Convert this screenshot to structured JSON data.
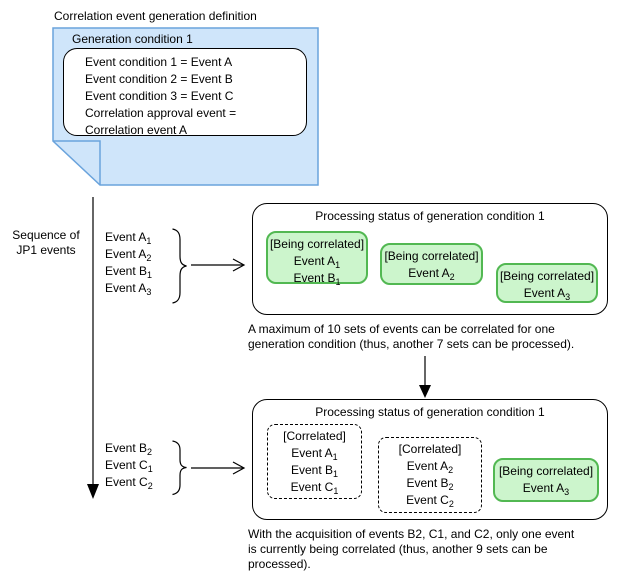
{
  "title": "Correlation event generation definition",
  "bubble": {
    "heading": "Generation condition 1",
    "lines": [
      "Event condition 1 = Event A",
      "Event condition 2 = Event B",
      "Event condition 3 = Event C",
      "Correlation approval event =",
      "Correlation event A"
    ]
  },
  "sequence": {
    "line1": "Sequence of",
    "line2": "JP1 events"
  },
  "groups": [
    {
      "events": [
        {
          "base": "Event A",
          "sub": "1"
        },
        {
          "base": "Event A",
          "sub": "2"
        },
        {
          "base": "Event B",
          "sub": "1"
        },
        {
          "base": "Event A",
          "sub": "3"
        }
      ]
    },
    {
      "events": [
        {
          "base": "Event B",
          "sub": "2"
        },
        {
          "base": "Event C",
          "sub": "1"
        },
        {
          "base": "Event C",
          "sub": "2"
        }
      ]
    }
  ],
  "status_boxes": [
    {
      "title": "Processing status of generation condition 1",
      "cells": [
        {
          "tag": "[Being correlated]",
          "events": [
            {
              "base": "Event A",
              "sub": "1"
            },
            {
              "base": "Event B",
              "sub": "1"
            }
          ]
        },
        {
          "tag": "[Being correlated]",
          "events": [
            {
              "base": "Event A",
              "sub": "2"
            }
          ]
        },
        {
          "tag": "[Being correlated]",
          "events": [
            {
              "base": "Event A",
              "sub": "3"
            }
          ]
        }
      ],
      "caption": [
        "A maximum of 10 sets of events can be correlated for one",
        "generation condition (thus, another 7 sets can be processed)."
      ]
    },
    {
      "title": "Processing status of generation condition 1",
      "cells": [
        {
          "tag": "[Correlated]",
          "events": [
            {
              "base": "Event A",
              "sub": "1"
            },
            {
              "base": "Event B",
              "sub": "1"
            },
            {
              "base": "Event C",
              "sub": "1"
            }
          ]
        },
        {
          "tag": "[Correlated]",
          "events": [
            {
              "base": "Event A",
              "sub": "2"
            },
            {
              "base": "Event B",
              "sub": "2"
            },
            {
              "base": "Event C",
              "sub": "2"
            }
          ]
        },
        {
          "tag": "[Being correlated]",
          "events": [
            {
              "base": "Event A",
              "sub": "3"
            }
          ]
        }
      ],
      "caption": [
        "With the acquisition of events B2, C1, and C2, only one event",
        "is currently being correlated (thus, another 9 sets can be",
        "processed)."
      ]
    }
  ],
  "colors": {
    "bubble_fill": "#cfe5fa",
    "bubble_border": "#6aa3dc",
    "correlated_fill": "#ccf5cc",
    "correlated_border": "#52b852"
  }
}
